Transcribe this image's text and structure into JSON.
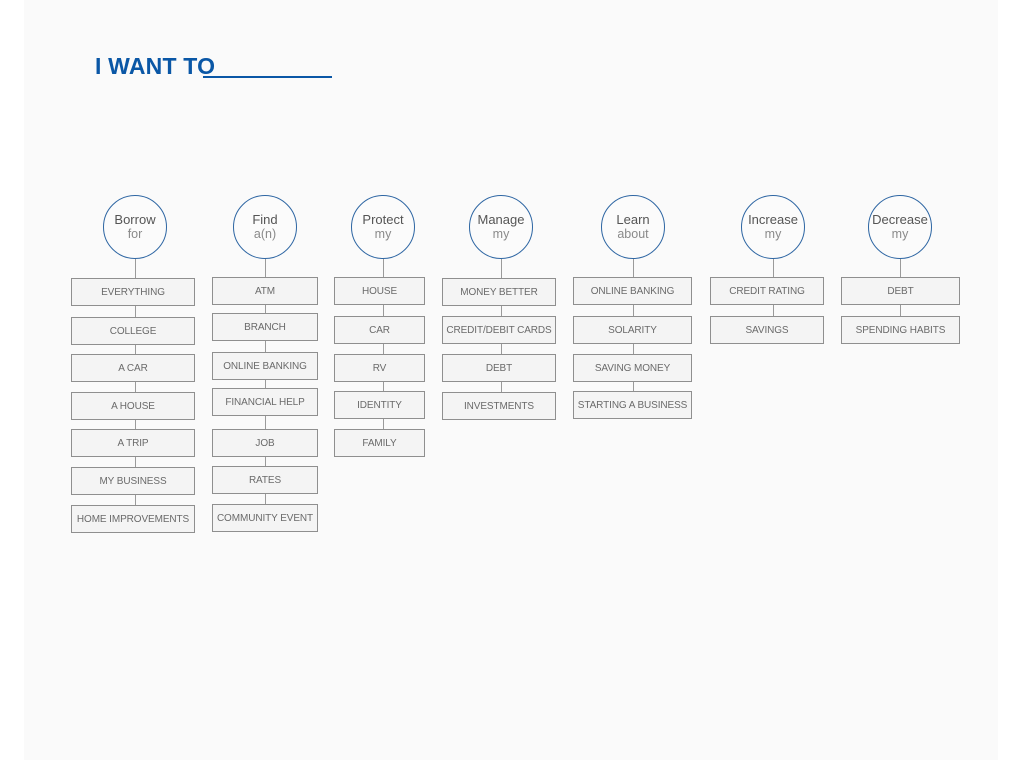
{
  "header": {
    "title": "I WANT TO"
  },
  "columns": [
    {
      "verb": "Borrow",
      "sub": "for",
      "items": [
        "EVERYTHING",
        "COLLEGE",
        "A CAR",
        "A HOUSE",
        "A TRIP",
        "MY BUSINESS",
        "HOME IMPROVEMENTS"
      ]
    },
    {
      "verb": "Find",
      "sub": "a(n)",
      "items": [
        "ATM",
        "BRANCH",
        "ONLINE BANKING",
        "FINANCIAL HELP",
        "JOB",
        "RATES",
        "COMMUNITY EVENT"
      ]
    },
    {
      "verb": "Protect",
      "sub": "my",
      "items": [
        "HOUSE",
        "CAR",
        "RV",
        "IDENTITY",
        "FAMILY"
      ]
    },
    {
      "verb": "Manage",
      "sub": "my",
      "items": [
        "MONEY BETTER",
        "CREDIT/DEBIT CARDS",
        "DEBT",
        "INVESTMENTS"
      ]
    },
    {
      "verb": "Learn",
      "sub": "about",
      "items": [
        "ONLINE BANKING",
        "SOLARITY",
        "SAVING MONEY",
        "STARTING A BUSINESS"
      ]
    },
    {
      "verb": "Increase",
      "sub": "my",
      "items": [
        "CREDIT RATING",
        "SAVINGS"
      ]
    },
    {
      "verb": "Decrease",
      "sub": "my",
      "items": [
        "DEBT",
        "SPENDING HABITS"
      ]
    }
  ]
}
